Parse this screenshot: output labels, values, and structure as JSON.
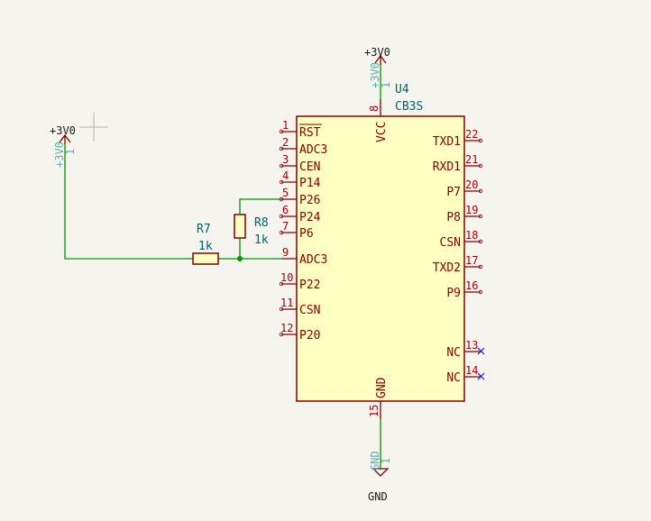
{
  "colors": {
    "background": "#f5f4ef",
    "wire": "#009600",
    "part_outline": "#840000",
    "part_fill": "#ffffc2",
    "pin": "#840000",
    "pin_number": "#a90000",
    "ref_text": "#006464",
    "power_text": "#1a1a1a",
    "hidden_pin_text": "#55b1b1",
    "cursor": "#b4b4b4"
  },
  "u4": {
    "ref": "U4",
    "value": "CB3S",
    "vcc_label": "VCC",
    "gnd_label": "GND",
    "vcc_pin": "8",
    "gnd_pin": "15",
    "left_pins": [
      {
        "num": "1",
        "name": "RST"
      },
      {
        "num": "2",
        "name": "ADC3"
      },
      {
        "num": "3",
        "name": "CEN"
      },
      {
        "num": "4",
        "name": "P14"
      },
      {
        "num": "5",
        "name": "P26"
      },
      {
        "num": "6",
        "name": "P24"
      },
      {
        "num": "7",
        "name": "P6"
      },
      {
        "num": "9",
        "name": "ADC3"
      },
      {
        "num": "10",
        "name": "P22"
      },
      {
        "num": "11",
        "name": "CSN"
      },
      {
        "num": "12",
        "name": "P20"
      }
    ],
    "right_pins": [
      {
        "num": "22",
        "name": "TXD1"
      },
      {
        "num": "21",
        "name": "RXD1"
      },
      {
        "num": "20",
        "name": "P7"
      },
      {
        "num": "19",
        "name": "P8"
      },
      {
        "num": "18",
        "name": "CSN"
      },
      {
        "num": "17",
        "name": "TXD2"
      },
      {
        "num": "16",
        "name": "P9"
      },
      {
        "num": "13",
        "name": "NC"
      },
      {
        "num": "14",
        "name": "NC"
      }
    ]
  },
  "r7": {
    "ref": "R7",
    "value": "1k"
  },
  "r8": {
    "ref": "R8",
    "value": "1k"
  },
  "power_top": {
    "label": "+3V0",
    "hidden_name": "+3V0",
    "hidden_pin": "1"
  },
  "power_left": {
    "label": "+3V0",
    "hidden_name": "+3V0",
    "hidden_pin": "1"
  },
  "ground": {
    "label": "GND",
    "hidden_name": "GND",
    "hidden_pin": "1"
  }
}
